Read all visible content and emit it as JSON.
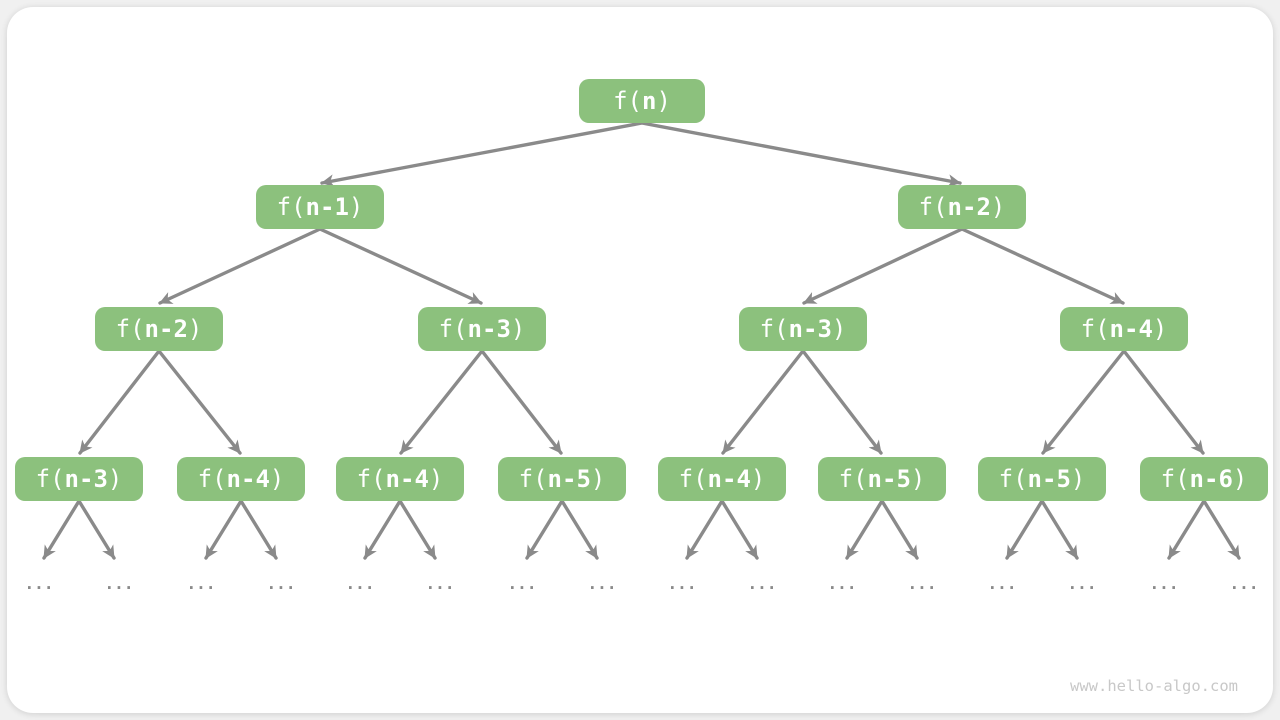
{
  "page": {
    "watermark": "www.hello-algo.com"
  },
  "colors": {
    "node_fill": "#8cc17d",
    "node_text": "#ffffff",
    "edge": "#8a8a8a",
    "ellipsis_dots": "#8a8a8a",
    "watermark_text": "#c8c8c8",
    "card_background": "#ffffff",
    "page_background": "#f0f0f0"
  },
  "tree": {
    "description": "recursion tree of f(n)",
    "ellipsis": "...",
    "nodes": [
      {
        "label": "f(n)",
        "pre": "f(",
        "arg": "n",
        "post": ")"
      },
      {
        "label": "f(n-1)",
        "pre": "f(",
        "arg": "n-1",
        "post": ")"
      },
      {
        "label": "f(n-2)",
        "pre": "f(",
        "arg": "n-2",
        "post": ")"
      },
      {
        "label": "f(n-2)",
        "pre": "f(",
        "arg": "n-2",
        "post": ")"
      },
      {
        "label": "f(n-3)",
        "pre": "f(",
        "arg": "n-3",
        "post": ")"
      },
      {
        "label": "f(n-3)",
        "pre": "f(",
        "arg": "n-3",
        "post": ")"
      },
      {
        "label": "f(n-4)",
        "pre": "f(",
        "arg": "n-4",
        "post": ")"
      },
      {
        "label": "f(n-3)",
        "pre": "f(",
        "arg": "n-3",
        "post": ")"
      },
      {
        "label": "f(n-4)",
        "pre": "f(",
        "arg": "n-4",
        "post": ")"
      },
      {
        "label": "f(n-4)",
        "pre": "f(",
        "arg": "n-4",
        "post": ")"
      },
      {
        "label": "f(n-5)",
        "pre": "f(",
        "arg": "n-5",
        "post": ")"
      },
      {
        "label": "f(n-4)",
        "pre": "f(",
        "arg": "n-4",
        "post": ")"
      },
      {
        "label": "f(n-5)",
        "pre": "f(",
        "arg": "n-5",
        "post": ")"
      },
      {
        "label": "f(n-5)",
        "pre": "f(",
        "arg": "n-5",
        "post": ")"
      },
      {
        "label": "f(n-6)",
        "pre": "f(",
        "arg": "n-6",
        "post": ")"
      }
    ]
  }
}
